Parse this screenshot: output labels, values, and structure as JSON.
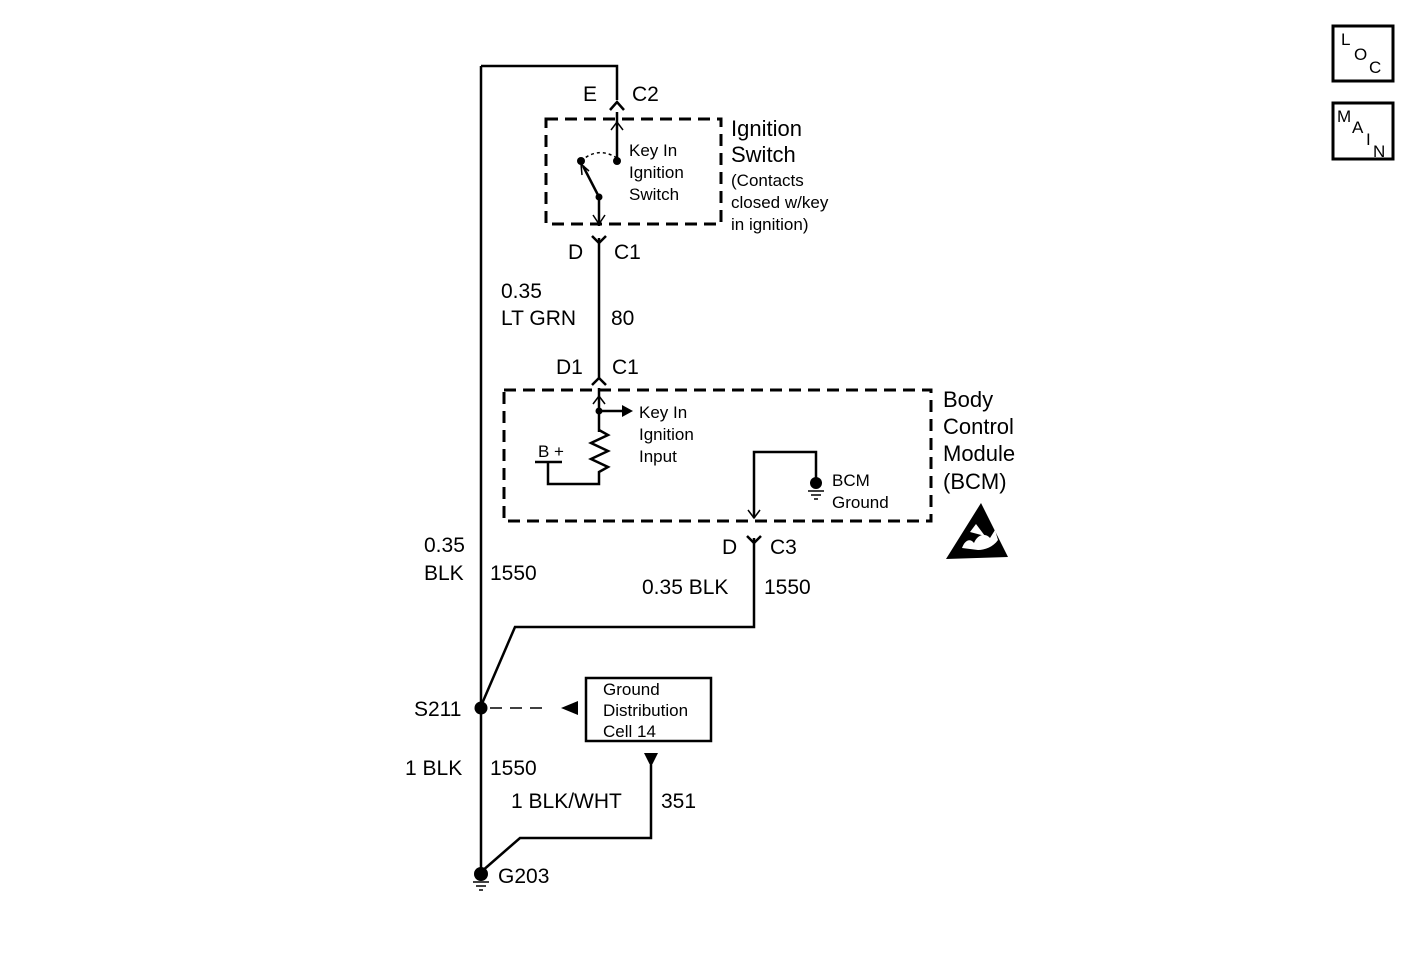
{
  "nav": {
    "loc": [
      "L",
      "O",
      "C"
    ],
    "main": [
      "M",
      "A",
      "I",
      "N"
    ]
  },
  "ignition_switch": {
    "title_1": "Ignition",
    "title_2": "Switch",
    "note_1": "(Contacts",
    "note_2": "closed w/key",
    "note_3": "in ignition)",
    "contact_1": "Key In",
    "contact_2": "Ignition",
    "contact_3": "Switch",
    "top_pin": "E",
    "top_conn": "C2",
    "bot_pin": "D",
    "bot_conn": "C1"
  },
  "wire_80": {
    "gauge": "0.35",
    "color": "LT GRN",
    "circuit": "80"
  },
  "bcm": {
    "title_1": "Body",
    "title_2": "Control",
    "title_3": "Module",
    "title_4": "(BCM)",
    "in_pin": "D1",
    "in_conn": "C1",
    "input_1": "Key In",
    "input_2": "Ignition",
    "input_3": "Input",
    "bplus": "B +",
    "ground_1": "BCM",
    "ground_2": "Ground",
    "out_pin": "D",
    "out_conn": "C3"
  },
  "wire_left": {
    "gauge": "0.35",
    "color": "BLK",
    "circuit": "1550"
  },
  "wire_c3": {
    "label": "0.35 BLK",
    "circuit": "1550"
  },
  "splice": {
    "label": "S211"
  },
  "ground_dist": {
    "line_1": "Ground",
    "line_2": "Distribution",
    "line_3": "Cell 14"
  },
  "wire_bottom": {
    "label": "1 BLK",
    "circuit": "1550"
  },
  "wire_351": {
    "label": "1 BLK/WHT",
    "circuit": "351"
  },
  "ground": {
    "label": "G203"
  }
}
